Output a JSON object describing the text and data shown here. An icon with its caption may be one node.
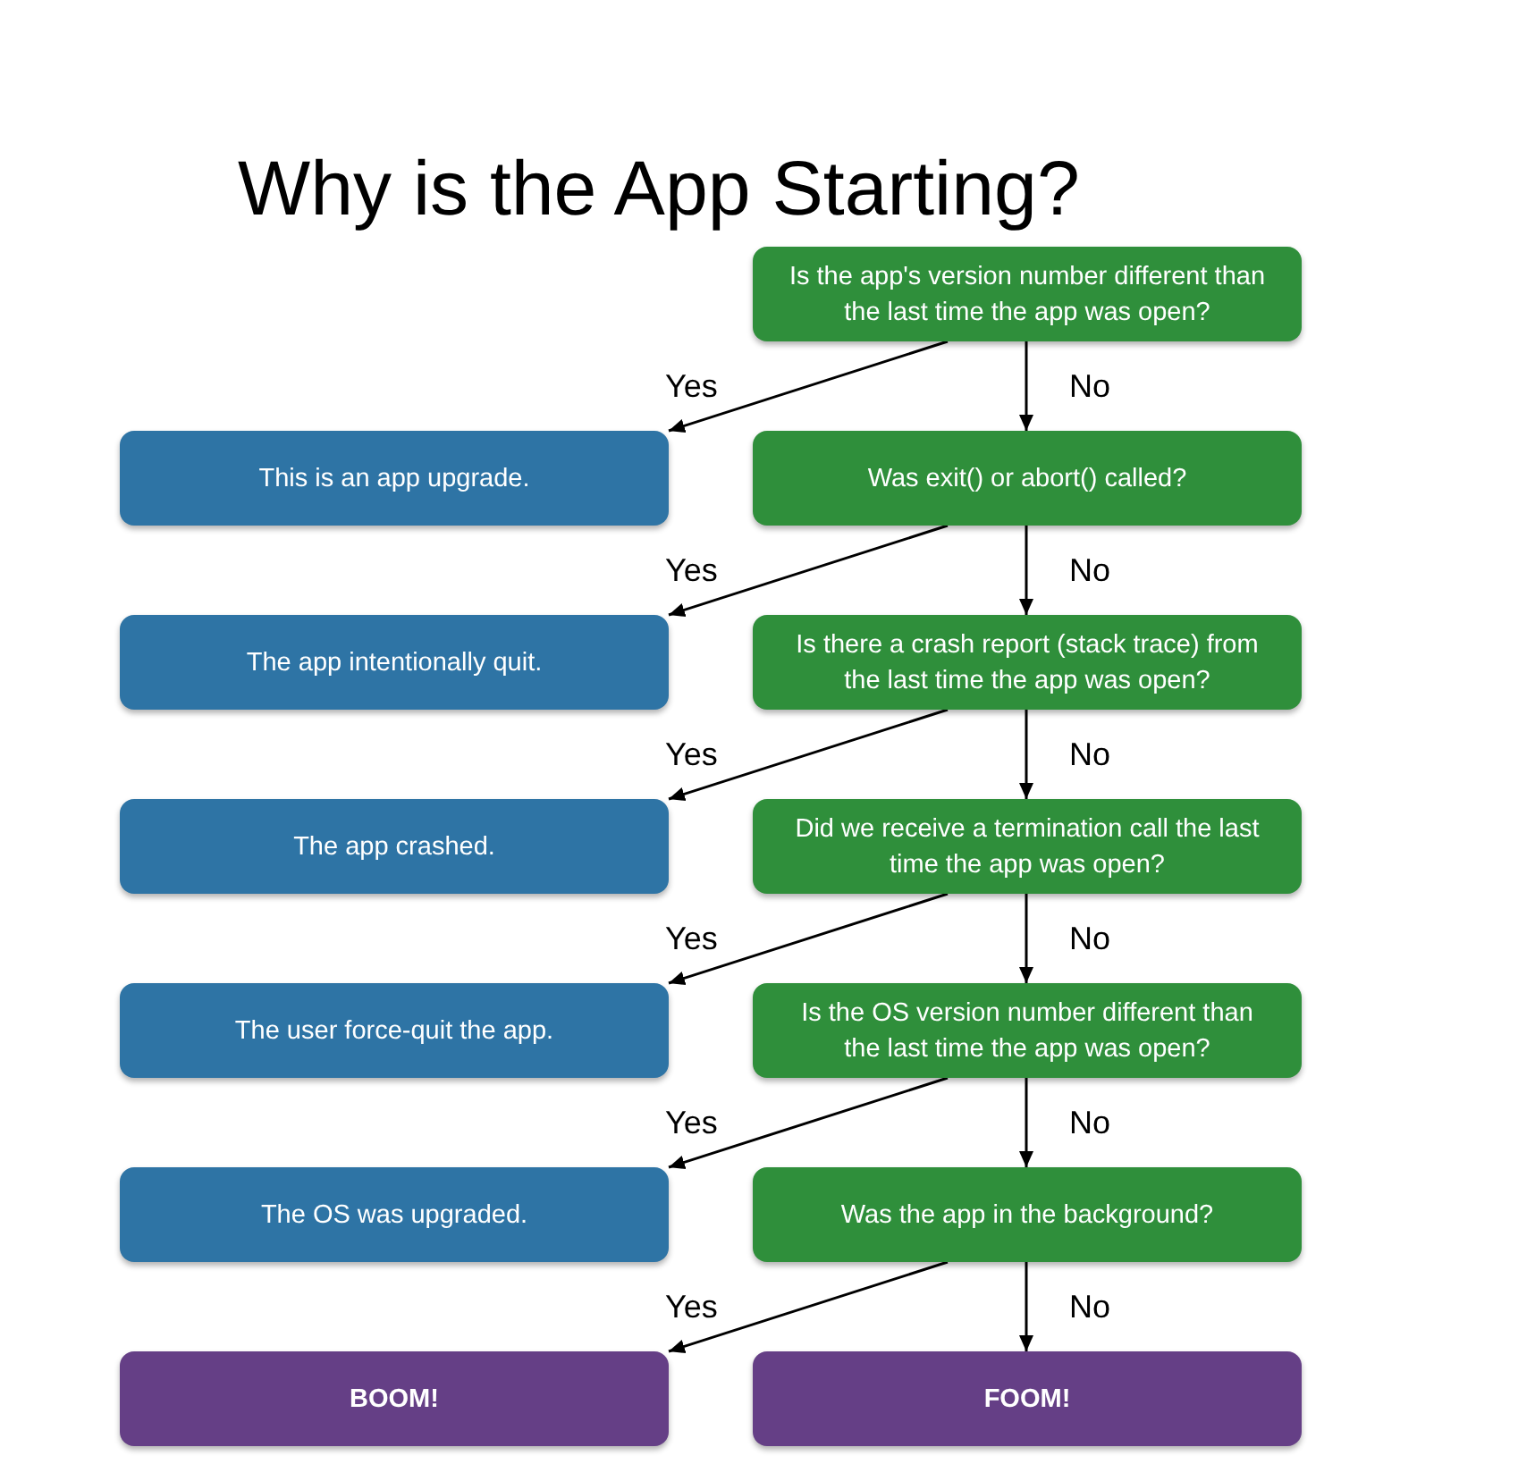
{
  "diagram": {
    "title": "Why is the App Starting?",
    "nodes": [
      {
        "text": [
          "Is the app's version number different than the last time the app was open?"
        ]
      },
      {
        "text": [
          "This is an app upgrade."
        ]
      },
      {
        "text": [
          "Was exit() or abort() called?"
        ]
      },
      {
        "text": [
          "The app intentionally quit."
        ]
      },
      {
        "text": [
          "Is there a crash report (stack trace) from the last time the app was open?"
        ]
      },
      {
        "text": [
          "The app crashed."
        ]
      },
      {
        "text": [
          "Did we receive a termination call the last time the app was open?"
        ]
      },
      {
        "text": [
          "The user force-quit the app."
        ]
      },
      {
        "text": [
          "Is the OS version number different than the last time the app was open?"
        ]
      },
      {
        "text": [
          "The OS was upgraded."
        ]
      },
      {
        "text": [
          "Was the app in the background?"
        ]
      },
      {
        "text": [
          "BOOM!"
        ]
      },
      {
        "text": [
          "FOOM!"
        ]
      }
    ],
    "edges": [
      {
        "from": 0,
        "to": 1,
        "arrow": "to",
        "label": "Yes"
      },
      {
        "from": 0,
        "to": 2,
        "arrow": "to",
        "label": "No"
      },
      {
        "from": 2,
        "to": 3,
        "arrow": "to",
        "label": "Yes"
      },
      {
        "from": 2,
        "to": 4,
        "arrow": "to",
        "label": "No"
      },
      {
        "from": 4,
        "to": 5,
        "arrow": "to",
        "label": "Yes"
      },
      {
        "from": 4,
        "to": 6,
        "arrow": "to",
        "label": "No"
      },
      {
        "from": 6,
        "to": 7,
        "arrow": "to",
        "label": "Yes"
      },
      {
        "from": 6,
        "to": 8,
        "arrow": "to",
        "label": "No"
      },
      {
        "from": 8,
        "to": 9,
        "arrow": "to",
        "label": "Yes"
      },
      {
        "from": 8,
        "to": 10,
        "arrow": "to",
        "label": "No"
      },
      {
        "from": 10,
        "to": 11,
        "arrow": "to",
        "label": "Yes"
      },
      {
        "from": 10,
        "to": 12,
        "arrow": "to",
        "label": "No"
      }
    ]
  }
}
